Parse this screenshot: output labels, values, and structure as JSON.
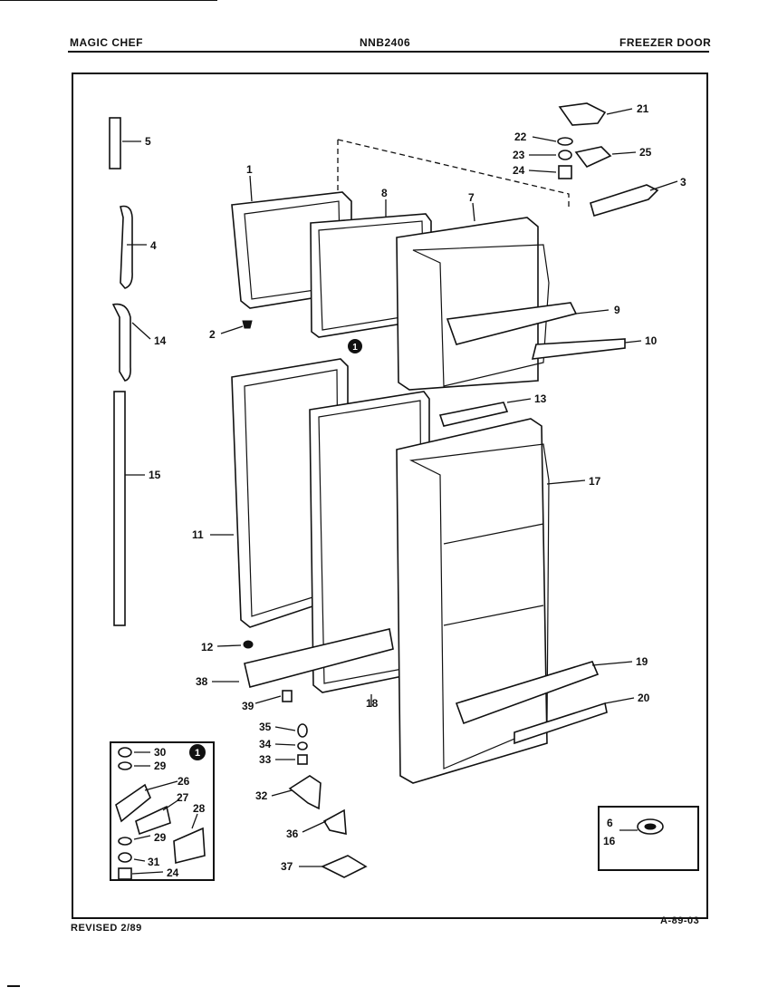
{
  "header": {
    "brand": "MAGIC CHEF",
    "model": "NNB2406",
    "section": "FREEZER DOOR"
  },
  "footer": {
    "revised": "REVISED 2/89",
    "code": "A-89-03"
  },
  "callouts": {
    "p1": "1",
    "p2": "2",
    "p3": "3",
    "p4": "4",
    "p5": "5",
    "p6": "6",
    "p7": "7",
    "p8": "8",
    "p9": "9",
    "p10": "10",
    "p11": "11",
    "p12": "12",
    "p13": "13",
    "p14": "14",
    "p15": "15",
    "p16": "16",
    "p17": "17",
    "p18": "18",
    "p19": "19",
    "p20": "20",
    "p21": "21",
    "p22": "22",
    "p23": "23",
    "p24": "24",
    "p25": "25",
    "p26": "26",
    "p27": "27",
    "p28": "28",
    "p29a": "29",
    "p29b": "29",
    "p30": "30",
    "p31": "31",
    "p24b": "24",
    "p32": "32",
    "p33": "33",
    "p34": "34",
    "p35": "35",
    "p36": "36",
    "p37": "37",
    "p38": "38",
    "p39": "39"
  },
  "inset_marker": "1"
}
